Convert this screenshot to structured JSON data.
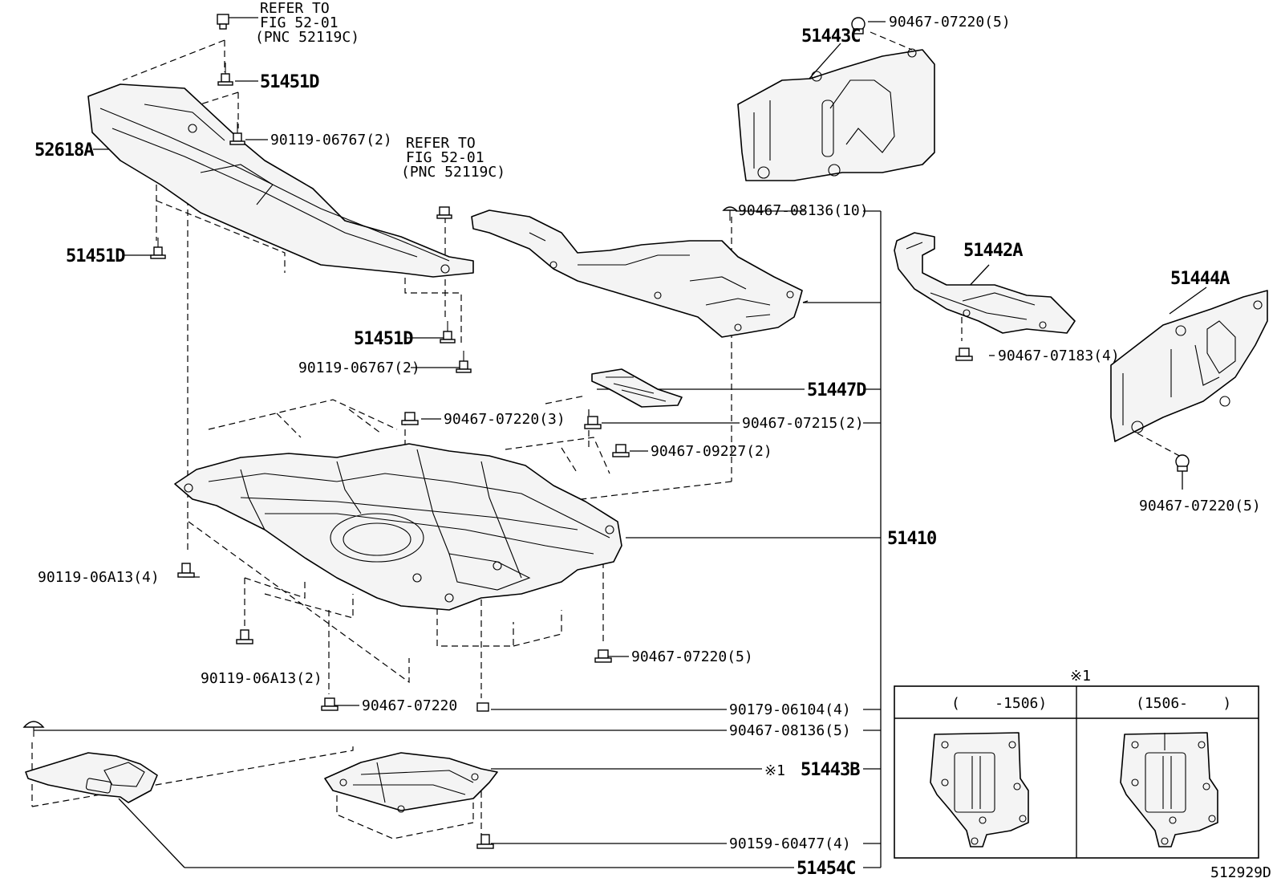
{
  "refer_notes": [
    {
      "line1": "REFER TO",
      "line2": "FIG 52-01",
      "line3": "(PNC 52119C)"
    },
    {
      "line1": "REFER TO",
      "line2": "FIG 52-01",
      "line3": "(PNC 52119C)"
    }
  ],
  "part_labels": {
    "p52618A": "52618A",
    "p51451D_top": "51451D",
    "p51451D_left": "51451D",
    "p51451D_mid": "51451D",
    "p51443C": "51443C",
    "p51442A": "51442A",
    "p51444A": "51444A",
    "p51447D": "51447D",
    "p51410": "51410",
    "p51443B": "51443B",
    "p51454C": "51454C",
    "p51443B_mark": "※1"
  },
  "fastener_labels": {
    "f90119_06767_a": "90119-06767(2)",
    "f90119_06767_b": "90119-06767(2)",
    "f90467_07220_5_top": "90467-07220(5)",
    "f90467_08136_10": "90467-08136(10)",
    "f90467_07183_4": "90467-07183(4)",
    "f90467_07220_3": "90467-07220(3)",
    "f90467_07215_2": "90467-07215(2)",
    "f90467_09227_2": "90467-09227(2)",
    "f90467_07220_5_right": "90467-07220(5)",
    "f90119_06A13_4": "90119-06A13(4)",
    "f90119_06A13_2": "90119-06A13(2)",
    "f90467_07220_5_bottom": "90467-07220(5)",
    "f90467_07220": "90467-07220",
    "f90179_06104_4": "90179-06104(4)",
    "f90467_08136_5": "90467-08136(5)",
    "f90159_60477_4": "90159-60477(4)"
  },
  "inset": {
    "mark": "※1",
    "col_left": "(    -1506)",
    "col_right": "(1506-    )"
  },
  "figure_code": "512929D"
}
